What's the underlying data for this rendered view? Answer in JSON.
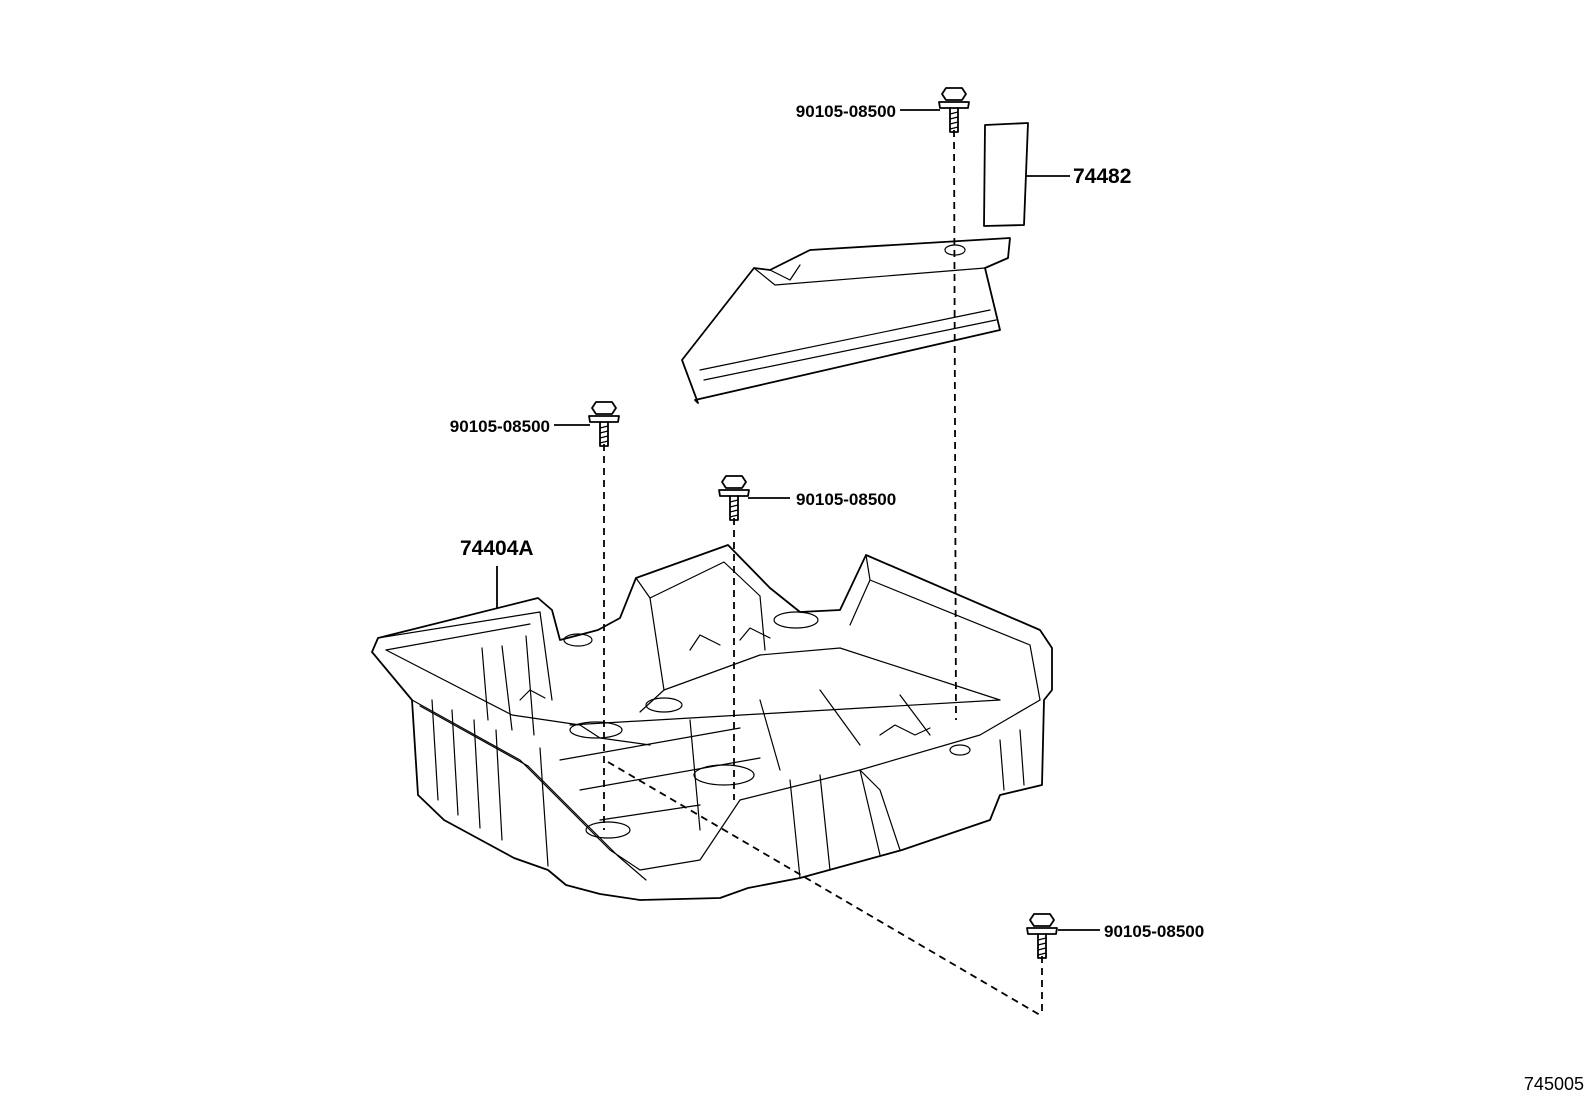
{
  "parts": {
    "tray": "74404A",
    "bracket": "74482",
    "bolt_top": "90105-08500",
    "bolt_left": "90105-08500",
    "bolt_middle": "90105-08500",
    "bolt_lower_right": "90105-08500"
  },
  "diagram_ref": "745005"
}
